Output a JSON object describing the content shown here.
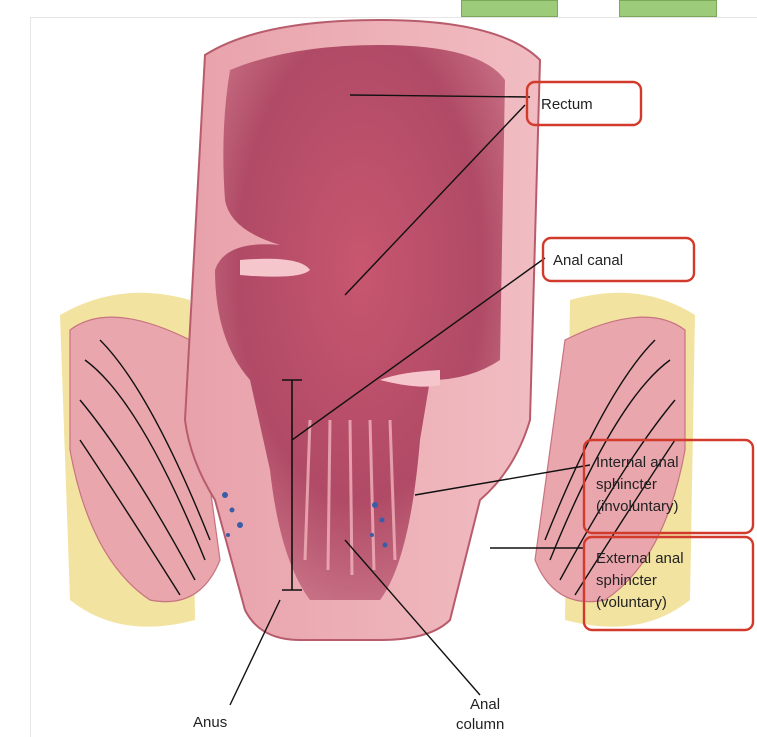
{
  "labels": {
    "rectum": "Rectum",
    "anal_canal": "Anal canal",
    "internal_line1": "Internal anal",
    "internal_line2": "sphincter",
    "internal_line3": "(involuntary)",
    "external_line1": "External anal",
    "external_line2": "sphincter",
    "external_line3": "(voluntary)",
    "anus": "Anus",
    "anal_column_line1": "Anal",
    "anal_column_line2": "column"
  },
  "colors": {
    "highlight_box": "#d23a2b",
    "tissue_pink": "#e59aa3",
    "tissue_dark": "#b8506a",
    "fat_yellow": "#f3e3a0",
    "top_tab_green": "#9ccc7a"
  }
}
